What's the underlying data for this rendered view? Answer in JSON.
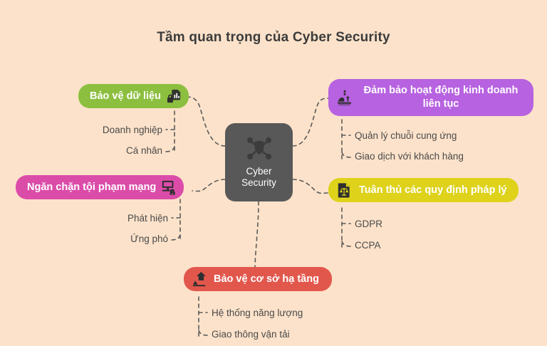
{
  "page": {
    "title": "Tầm quan trọng của Cyber Security",
    "background_color": "#FCE2CA"
  },
  "center": {
    "label_line1": "Cyber",
    "label_line2": "Security",
    "icon": "network-shield-icon",
    "color": "#585858",
    "text_color": "#FFFFFF"
  },
  "branches": [
    {
      "id": "data",
      "label": "Bảo vệ dữ liệu",
      "icon": "lock-document-icon",
      "icon_side": "right",
      "color": "#8CBF3F",
      "children": [
        "Doanh nghiệp",
        "Cá nhân"
      ]
    },
    {
      "id": "crime",
      "label": "Ngăn chặn tội phạm mạng",
      "icon": "computer-lock-icon",
      "icon_side": "right",
      "color": "#DB4CA9",
      "children": [
        "Phát hiện",
        "Ứng phó"
      ]
    },
    {
      "id": "biz",
      "label": "Đảm bảo hoạt động kinh doanh liên tục",
      "icon": "factory-arrow-icon",
      "icon_side": "left",
      "color": "#B762E0",
      "children": [
        "Quản lý chuỗi cung ứng",
        "Giao dịch với khách hàng"
      ]
    },
    {
      "id": "legal",
      "label": "Tuân thủ các quy định pháp lý",
      "icon": "legal-scales-document-icon",
      "icon_side": "left",
      "color": "#DED21B",
      "children": [
        "GDPR",
        "CCPA"
      ]
    },
    {
      "id": "infra",
      "label": "Bảo vệ cơ sở hạ tầng",
      "icon": "infrastructure-building-icon",
      "icon_side": "left",
      "color": "#E2574C",
      "children": [
        "Hệ thống năng lượng",
        "Giao thông vận tải"
      ]
    }
  ],
  "connectors": {
    "style": "dashed",
    "color": "#5A5A5A"
  }
}
